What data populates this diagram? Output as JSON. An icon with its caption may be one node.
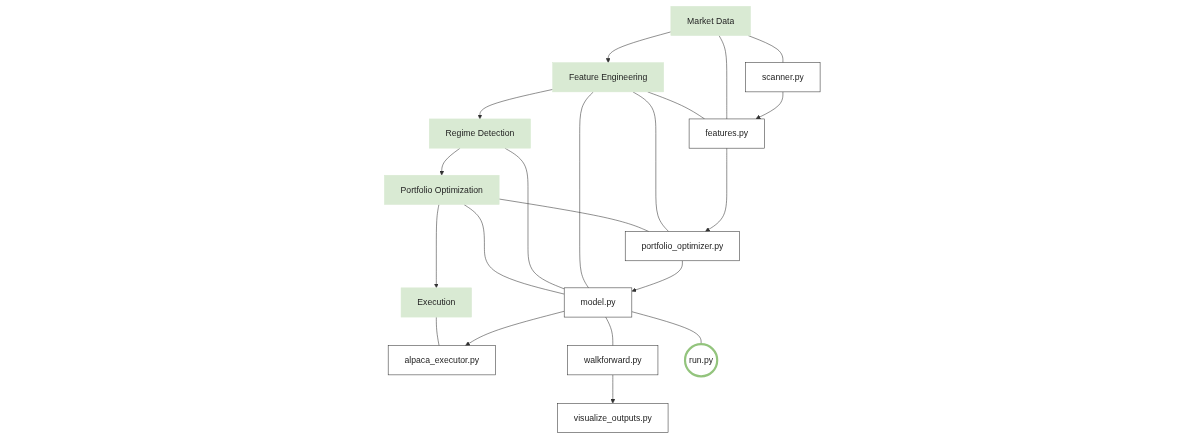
{
  "diagram": {
    "nodes": [
      {
        "text": [
          "Market Data"
        ]
      },
      {
        "text": [
          "Feature Engineering"
        ]
      },
      {
        "text": [
          "Regime Detection"
        ]
      },
      {
        "text": [
          "Portfolio Optimization"
        ]
      },
      {
        "text": [
          "Execution"
        ]
      },
      {
        "text": [
          "scanner.py"
        ]
      },
      {
        "text": [
          "features.py"
        ]
      },
      {
        "text": [
          "portfolio_optimizer.py"
        ]
      },
      {
        "text": [
          "model.py"
        ]
      },
      {
        "text": [
          "alpaca_executor.py"
        ]
      },
      {
        "text": [
          "walkforward.py"
        ]
      },
      {
        "text": [
          "visualize_outputs.py"
        ]
      },
      {
        "text": [
          "run.py"
        ]
      }
    ],
    "edges": [
      {
        "from": 0,
        "to": 1,
        "arrow": "to"
      },
      {
        "from": 1,
        "to": 2,
        "arrow": "to"
      },
      {
        "from": 2,
        "to": 3,
        "arrow": "to"
      },
      {
        "from": 3,
        "to": 4,
        "arrow": "to"
      },
      {
        "from": 5,
        "to": 6,
        "arrow": "to"
      },
      {
        "from": 6,
        "to": 7,
        "arrow": "to"
      },
      {
        "from": 7,
        "to": 8,
        "arrow": "to"
      },
      {
        "from": 8,
        "to": 9,
        "arrow": "to"
      },
      {
        "from": 10,
        "to": 11,
        "arrow": "to"
      },
      {
        "from": 0,
        "to": 5,
        "arrow": "none"
      },
      {
        "from": 0,
        "to": 6,
        "arrow": "none"
      },
      {
        "from": 1,
        "to": 6,
        "arrow": "none"
      },
      {
        "from": 1,
        "to": 7,
        "arrow": "none"
      },
      {
        "from": 1,
        "to": 8,
        "arrow": "none"
      },
      {
        "from": 2,
        "to": 8,
        "arrow": "none"
      },
      {
        "from": 3,
        "to": 7,
        "arrow": "none"
      },
      {
        "from": 3,
        "to": 8,
        "arrow": "none"
      },
      {
        "from": 4,
        "to": 9,
        "arrow": "none"
      },
      {
        "from": 8,
        "to": 10,
        "arrow": "none"
      },
      {
        "from": 8,
        "to": 12,
        "arrow": "none"
      }
    ]
  }
}
